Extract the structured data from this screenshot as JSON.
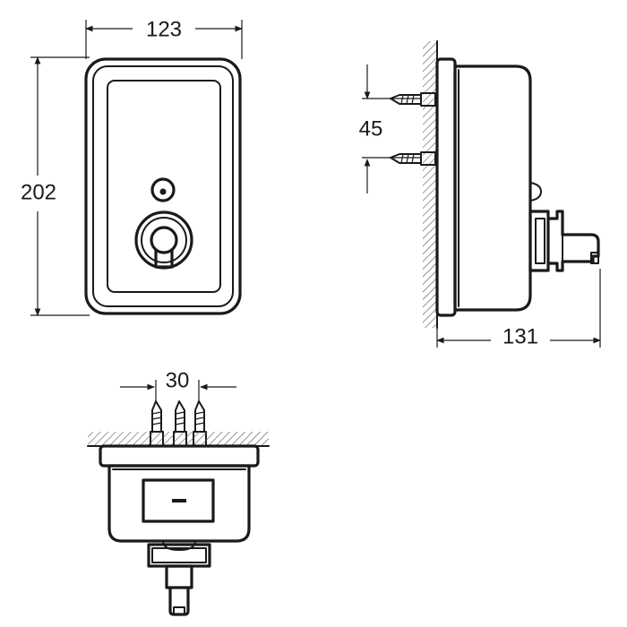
{
  "dimensions": {
    "width_front": "123",
    "height_front": "202",
    "screw_spacing_side": "45",
    "depth_side": "131",
    "screw_spacing_bottom": "30"
  }
}
